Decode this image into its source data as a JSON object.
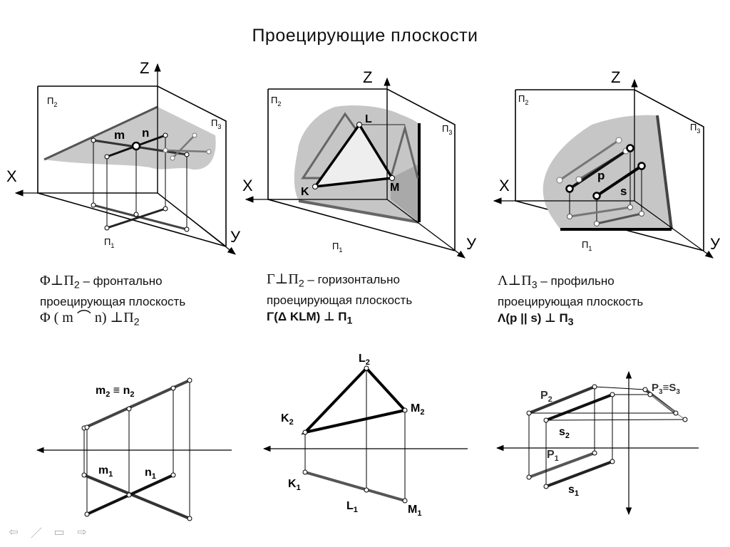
{
  "title": "Проецирующие  плоскости",
  "panels": [
    {
      "axes": {
        "x": "X",
        "y": "У",
        "z": "Z"
      },
      "planes": {
        "p1": "П",
        "p1_sub": "1",
        "p2": "П",
        "p2_sub": "2",
        "p3": "П",
        "p3_sub": "3"
      },
      "points": {
        "m": "m",
        "n": "n"
      },
      "caption": {
        "line1_math": "Φ⊥П",
        "line1_sub": "2",
        "line1_text": " – фронтально",
        "line2": "проецирующая плоскость",
        "line3_math": "Φ ( m ⌒ n) ⊥П",
        "line3_sub": "2"
      }
    },
    {
      "axes": {
        "x": "X",
        "y": "У",
        "z": "Z"
      },
      "planes": {
        "p1": "П",
        "p1_sub": "1",
        "p2": "П",
        "p2_sub": "2",
        "p3": "П",
        "p3_sub": "3"
      },
      "points": {
        "k": "K",
        "l": "L",
        "m": "M"
      },
      "caption": {
        "line1_math": "Γ⊥П",
        "line1_sub": "2",
        "line1_text": " – горизонтально",
        "line2": "проецирующая плоскость",
        "line3_bold": "Γ(Δ KLM) ⊥ П",
        "line3_sub": "1"
      }
    },
    {
      "axes": {
        "x": "X",
        "y": "У",
        "z": "Z"
      },
      "planes": {
        "p1": "П",
        "p1_sub": "1",
        "p2": "П",
        "p2_sub": "2",
        "p3": "П",
        "p3_sub": "3"
      },
      "points": {
        "p": "p",
        "s": "s"
      },
      "caption": {
        "line1_math": "Λ⊥П",
        "line1_sub": "3",
        "line1_text": " – профильно",
        "line2": "проецирующая плоскость",
        "line3_bold": "Λ(p || s) ⊥ П",
        "line3_sub": "3"
      }
    }
  ],
  "epures": {
    "left": {
      "mn2": "m",
      "mn2_sub1": "2",
      "mn2_eq": " ≡ ",
      "mn2_n": "n",
      "mn2_sub2": "2",
      "m1": "m",
      "m1_sub": "1",
      "n1": "n",
      "n1_sub": "1"
    },
    "middle": {
      "l2": "L",
      "l2_sub": "2",
      "k2": "K",
      "k2_sub": "2",
      "m2": "M",
      "m2_sub": "2",
      "k1": "K",
      "k1_sub": "1",
      "l1": "L",
      "l1_sub": "1",
      "m1": "M",
      "m1_sub": "1"
    },
    "right": {
      "p2": "P",
      "p2_sub": "2",
      "s2": "s",
      "s2_sub": "2",
      "p1": "P",
      "p1_sub": "1",
      "s1": "s",
      "s1_sub": "1",
      "ps3": "P",
      "ps3_sub1": "3",
      "ps3_eq": "≡",
      "ps3_s": "S",
      "ps3_sub2": "3"
    }
  },
  "nav": {
    "back": "⇦",
    "pen": "／",
    "menu": "▭",
    "forward": "⇨"
  },
  "colors": {
    "plane": "#c9c9c9",
    "plane_dark": "#a8a8a8",
    "line_gray": "#5a5a5a",
    "ink": "#000000"
  }
}
